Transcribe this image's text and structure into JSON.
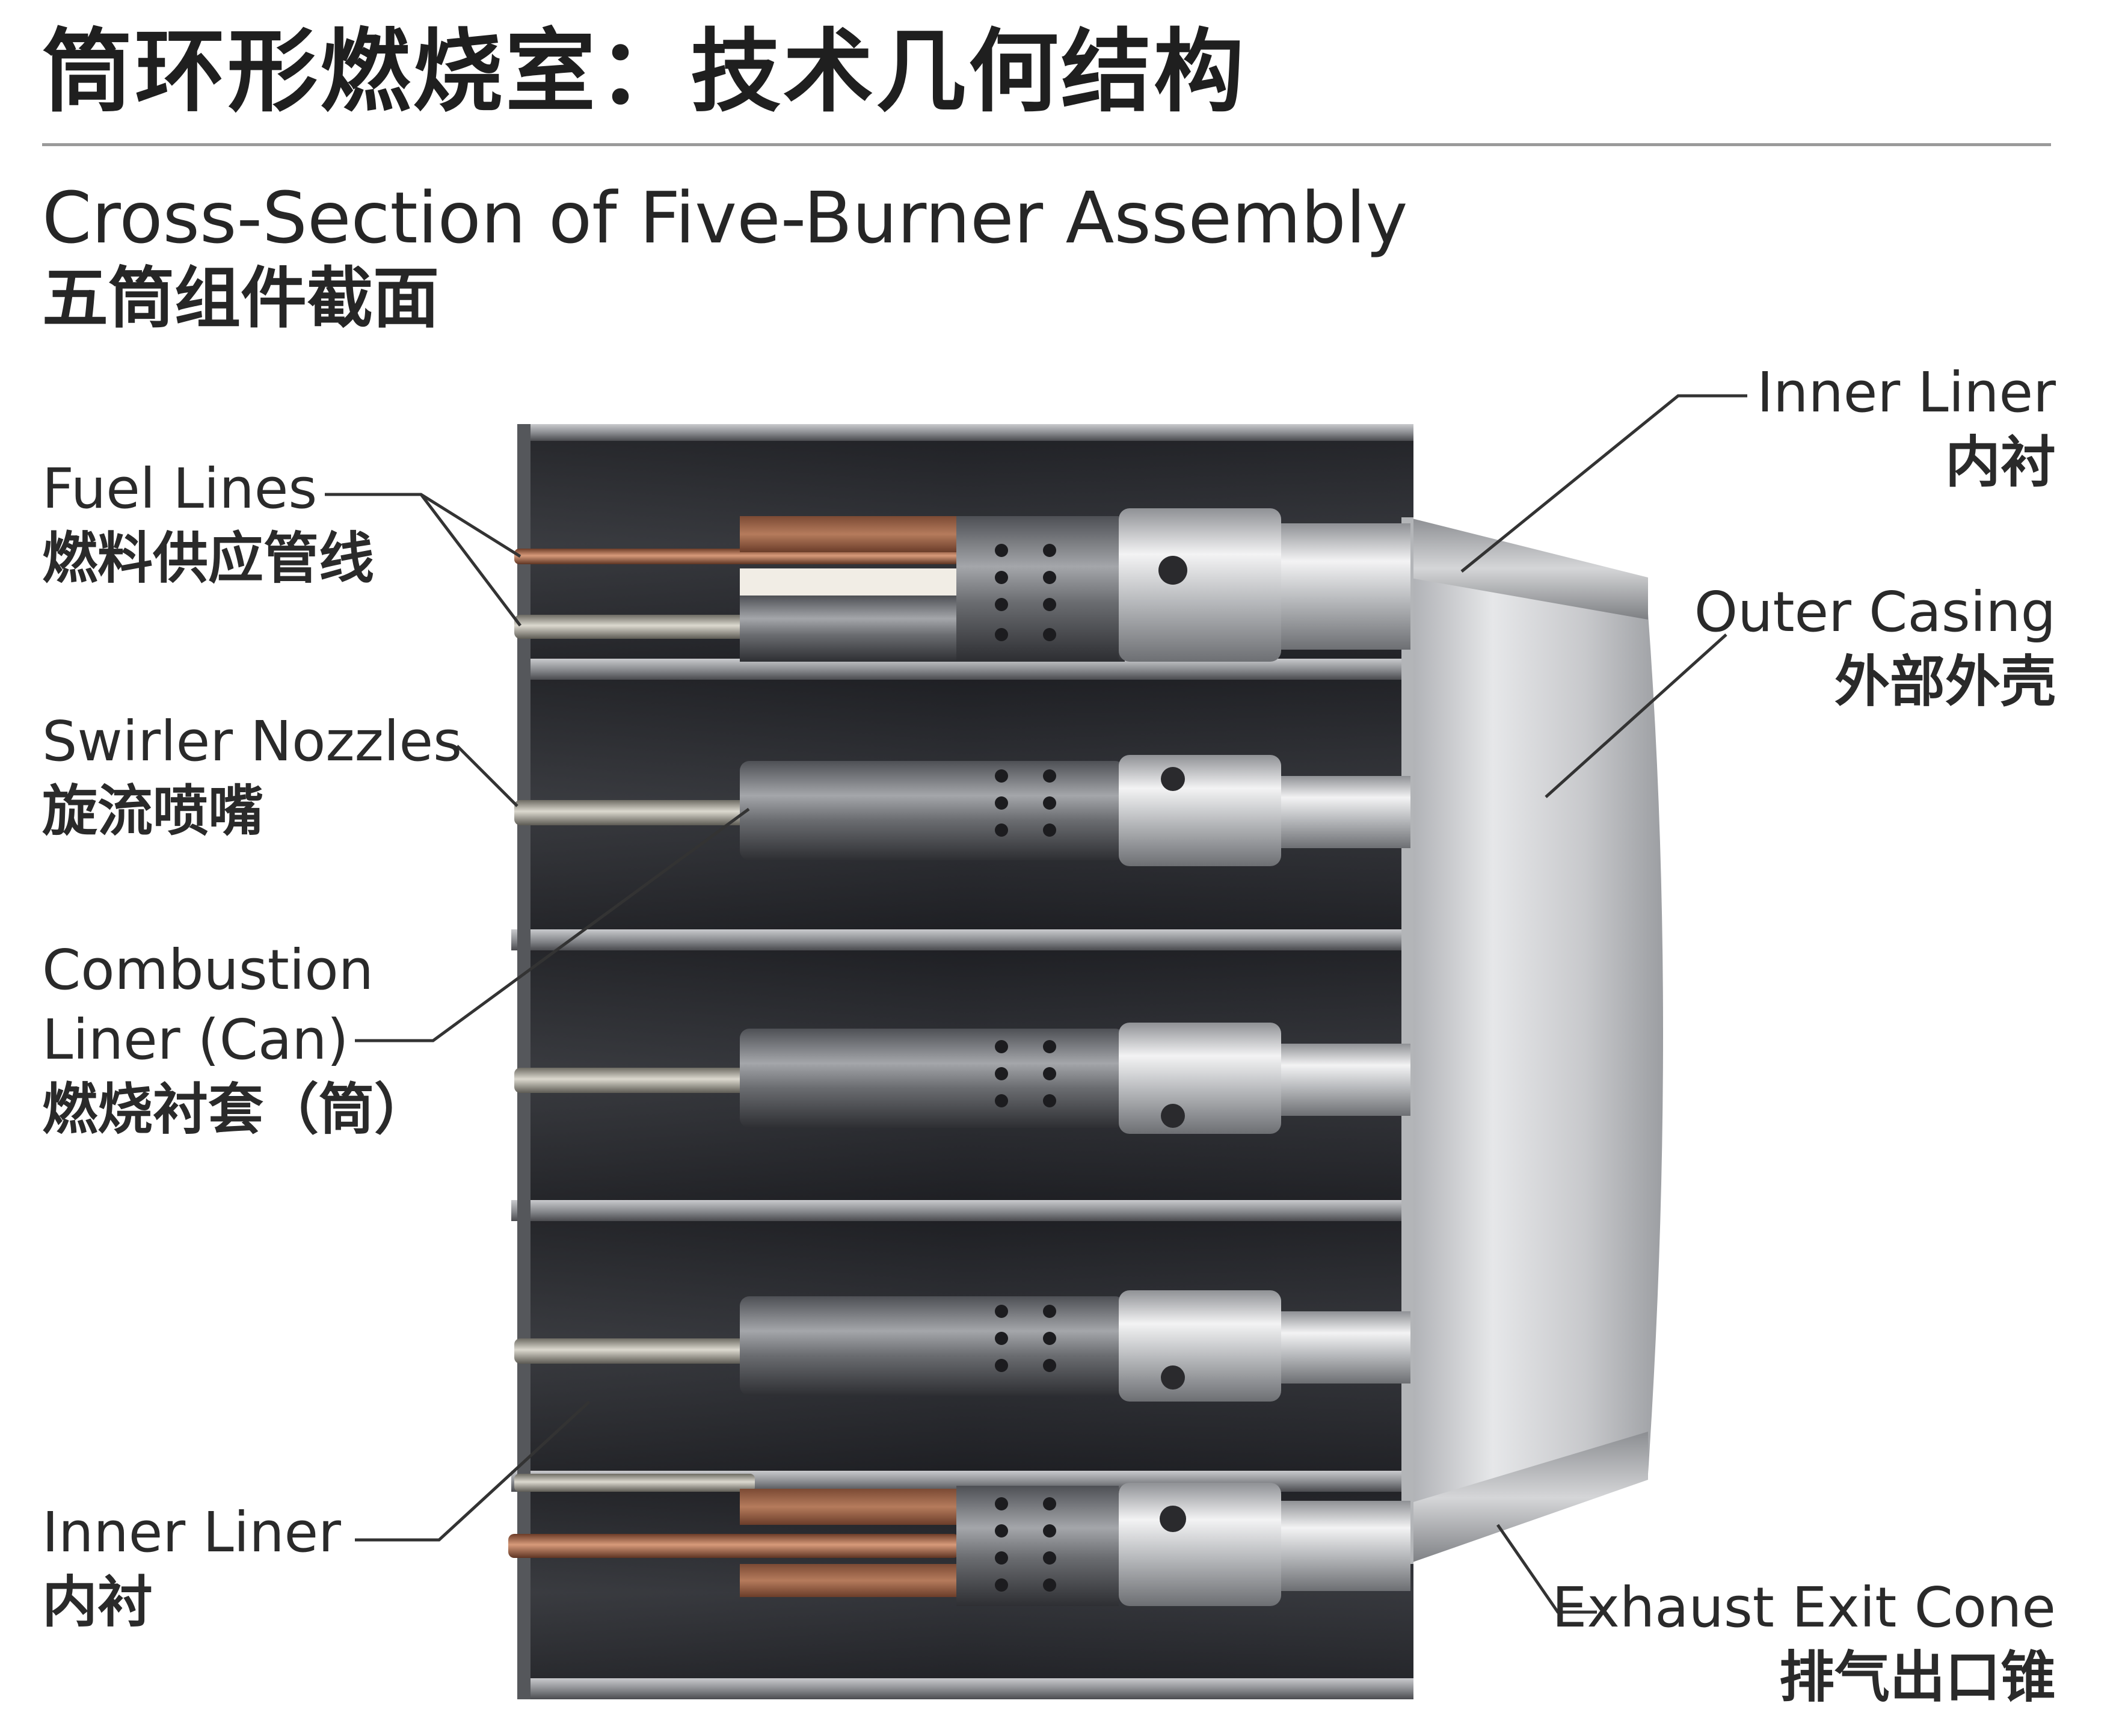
{
  "title": "筒环形燃烧室：技术几何结构",
  "subtitle": {
    "en": "Cross-Section of Five-Burner Assembly",
    "zh": "五筒组件截面"
  },
  "labels": {
    "fuel_lines": {
      "en": "Fuel Lines",
      "zh": "燃料供应管线"
    },
    "swirler_nozzles": {
      "en": "Swirler Nozzles",
      "zh": "旋流喷嘴"
    },
    "combustion_liner": {
      "en1": "Combustion",
      "en2": "Liner (Can)",
      "zh": "燃烧衬套（筒）"
    },
    "inner_liner_left": {
      "en": "Inner Liner",
      "zh": "内衬"
    },
    "inner_liner_right": {
      "en": "Inner Liner",
      "zh": "内衬"
    },
    "outer_casing": {
      "en": "Outer Casing",
      "zh": "外部外壳"
    },
    "exhaust_cone": {
      "en": "Exhaust Exit Cone",
      "zh": "排气出口锥"
    }
  },
  "colors": {
    "chamber_dark": "#2b2c2f",
    "metal_light": "#d8d9db",
    "metal_mid": "#8e9094",
    "copper": "#a8684a",
    "leader": "#333333"
  }
}
